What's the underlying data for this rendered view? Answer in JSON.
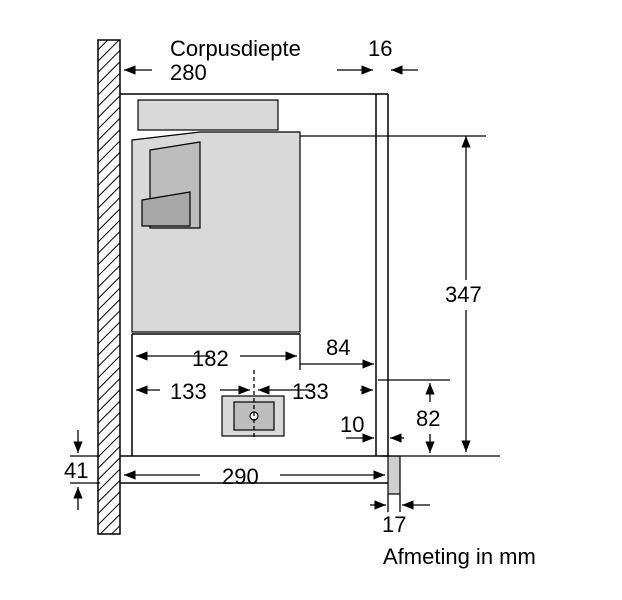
{
  "labels": {
    "corpus_title": "Corpusdiepte",
    "corpus_value": "280",
    "d16": "16",
    "d347": "347",
    "d84": "84",
    "d182": "182",
    "d133_left": "133",
    "d133_right": "133",
    "d82": "82",
    "d10": "10",
    "d41": "41",
    "d290": "290",
    "d17": "17",
    "footer": "Afmeting in mm"
  },
  "colors": {
    "line": "#000000",
    "appliance_fill": "#d9d9d9",
    "appliance_dark": "#bdbdbd",
    "wall_fill": "#ffffff"
  }
}
